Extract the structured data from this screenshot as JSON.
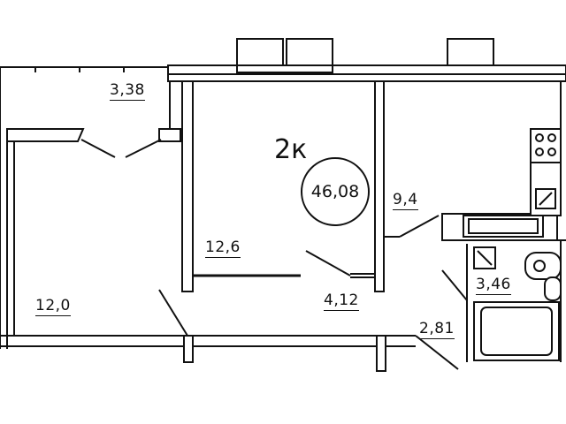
{
  "plan": {
    "apartment_type": "2к",
    "total_area": "46,08",
    "rooms": {
      "loggia": "3,38",
      "room_left": "12,0",
      "room_center": "12,6",
      "kitchen": "9,4",
      "hallway": "4,12",
      "bathroom": "3,46",
      "corridor": "2,81"
    }
  }
}
